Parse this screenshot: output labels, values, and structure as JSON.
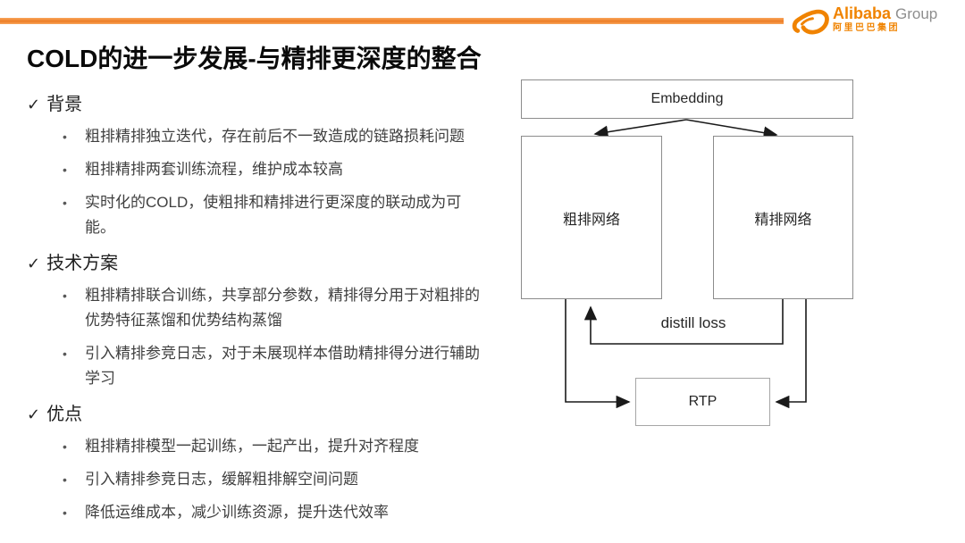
{
  "slide": {
    "title": "COLD的进一步发展-与精排更深度的整合"
  },
  "ui": {
    "checkmark": "✓",
    "bullet_char": "•"
  },
  "brand": {
    "name": "Alibaba",
    "suffix": "Group",
    "subtext": "阿里巴巴集团",
    "colors": {
      "orange": "#F08300",
      "orange_light": "#F9A55C",
      "orange_dark": "#ED7D26",
      "gray_logo": "#8E8E8E"
    }
  },
  "sections": [
    {
      "heading": "背景",
      "bullets": [
        "粗排精排独立迭代，存在前后不一致造成的链路损耗问题",
        "粗排精排两套训练流程，维护成本较高",
        "实时化的COLD，使粗排和精排进行更深度的联动成为可能。"
      ]
    },
    {
      "heading": "技术方案",
      "bullets": [
        "粗排精排联合训练，共享部分参数，精排得分用于对粗排的优势特征蒸馏和优势结构蒸馏",
        "引入精排参竞日志，对于未展现样本借助精排得分进行辅助学习"
      ]
    },
    {
      "heading": "优点",
      "bullets": [
        "粗排精排模型一起训练，一起产出，提升对齐程度",
        "引入精排参竞日志，缓解粗排解空间问题",
        "降低运维成本，减少训练资源，提升迭代效率"
      ]
    }
  ],
  "diagram": {
    "embedding_label": "Embedding",
    "coarse_label": "粗排网络",
    "fine_label": "精排网络",
    "distill_label": "distill loss",
    "rtp_label": "RTP"
  }
}
